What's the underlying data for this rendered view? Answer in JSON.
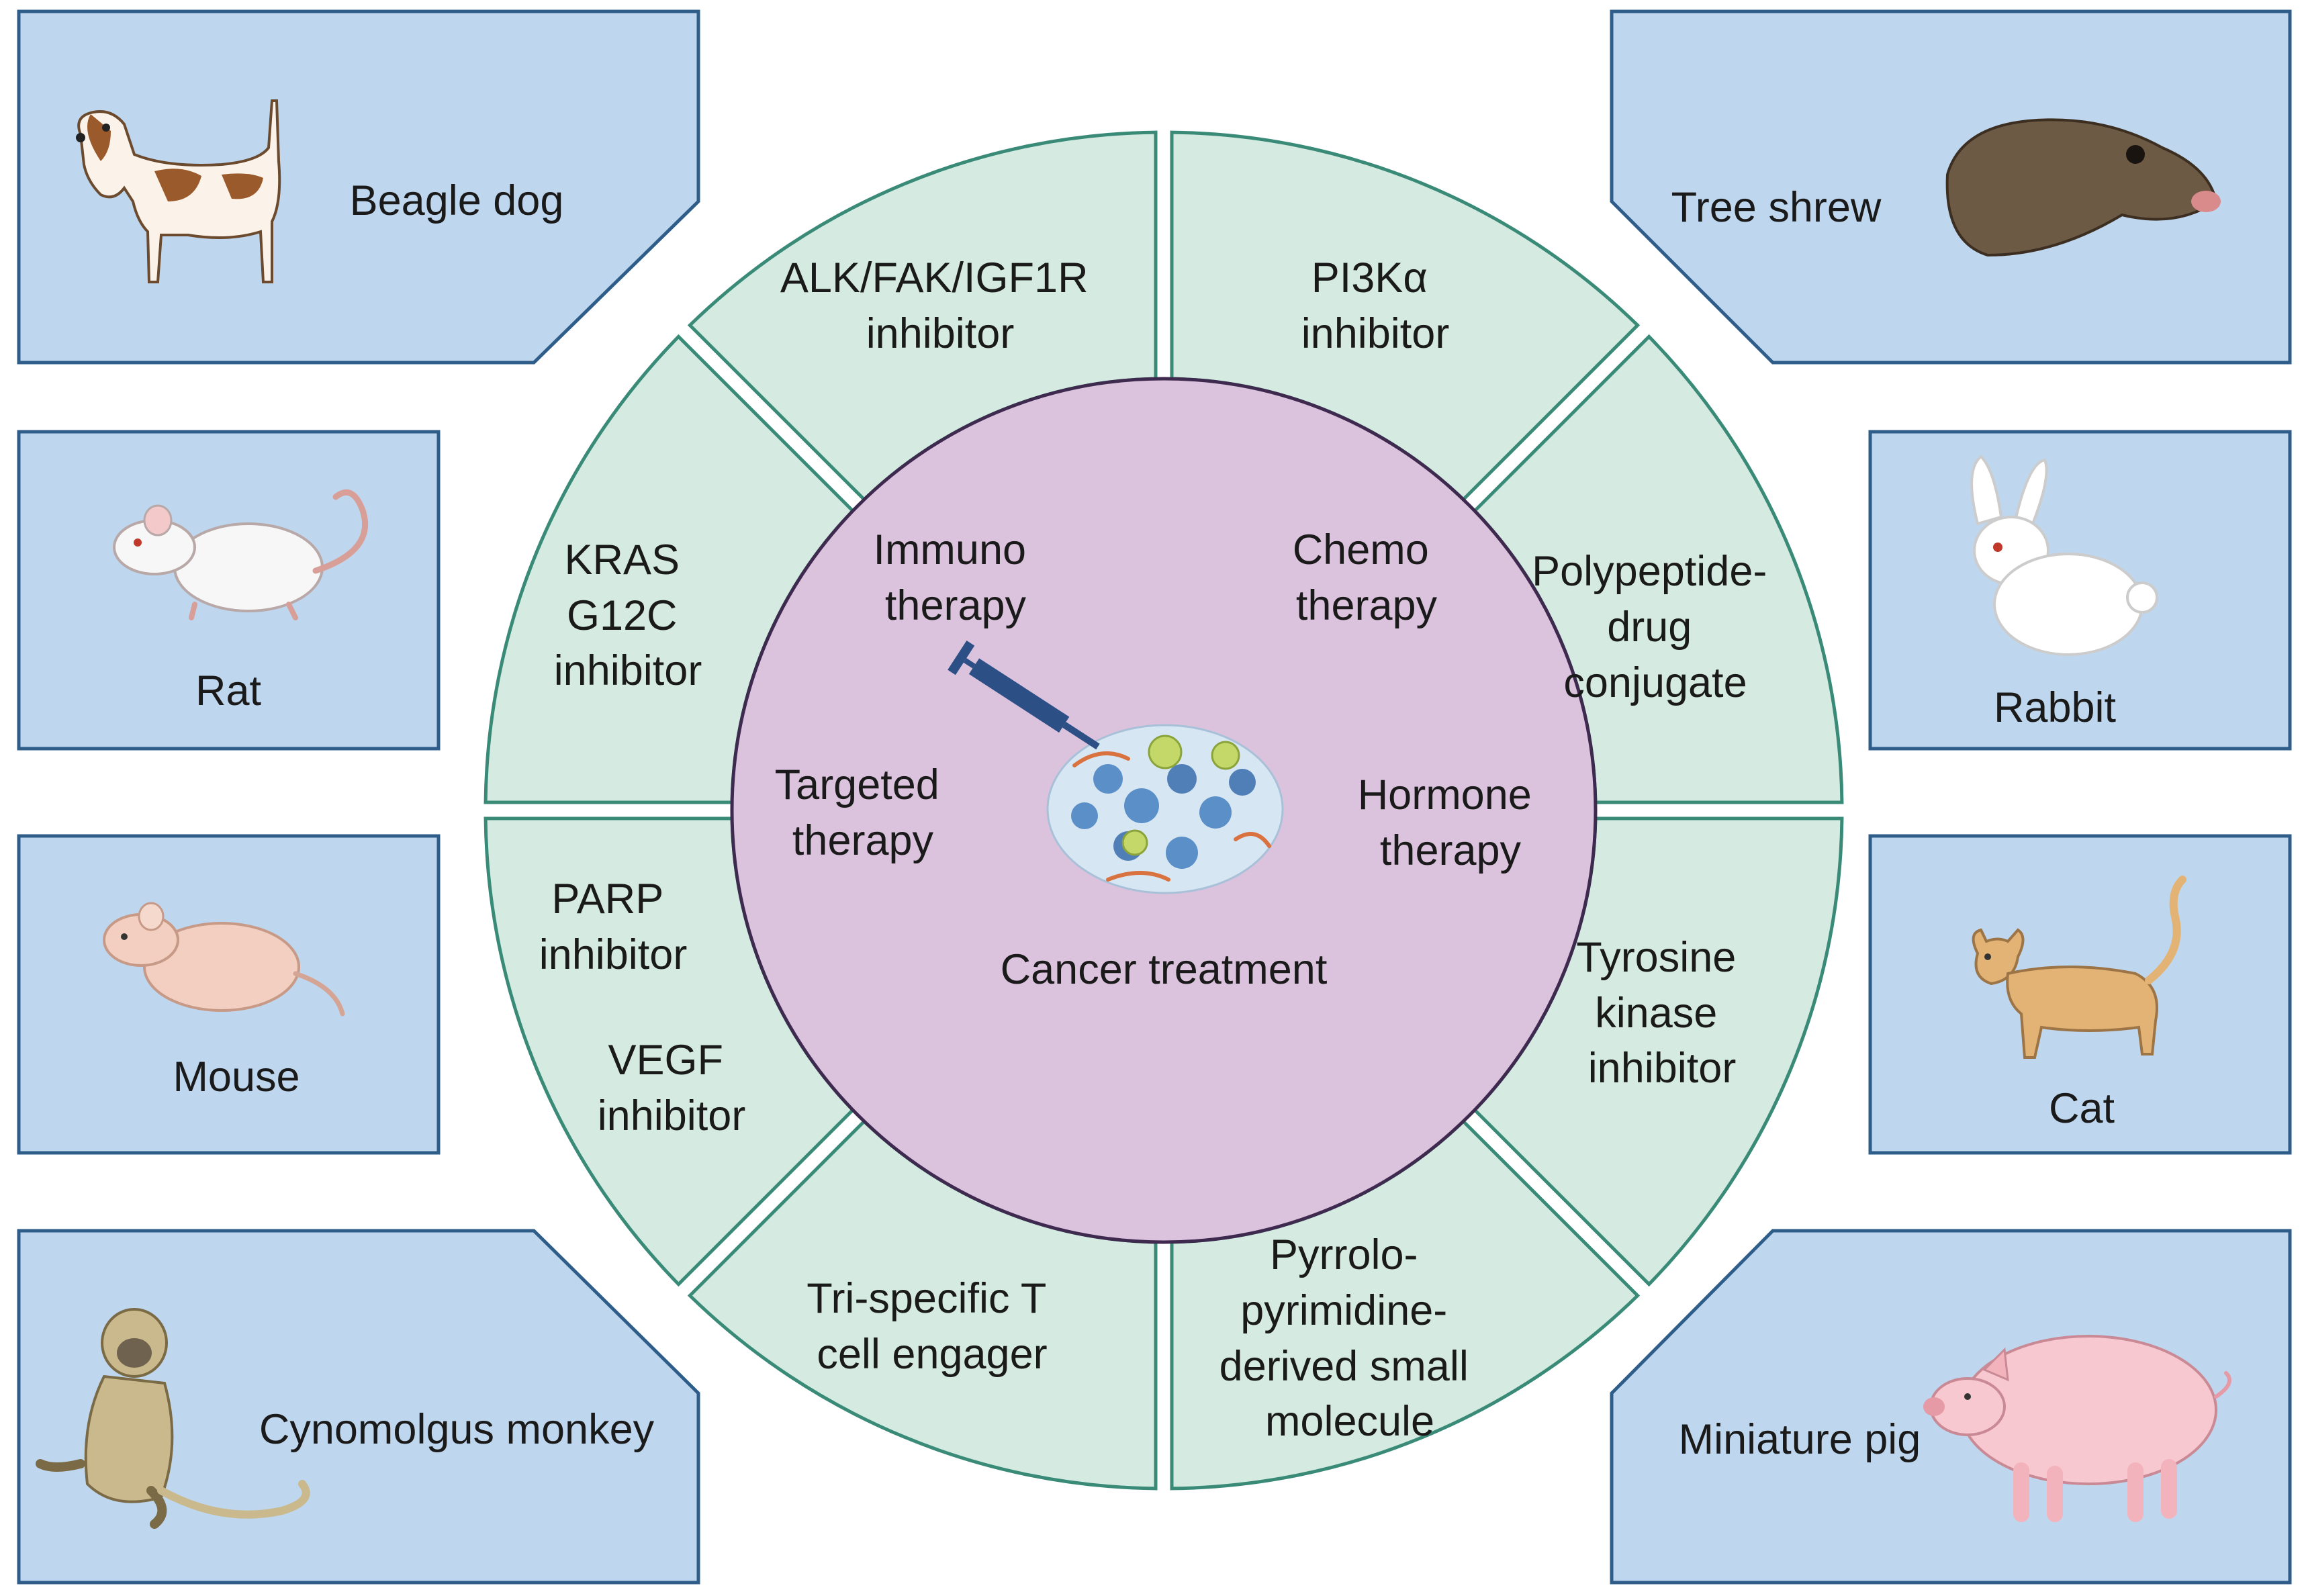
{
  "center": {
    "title": "Cancer treatment",
    "therapies": {
      "immuno": [
        "Immuno",
        "therapy"
      ],
      "chemo": [
        "Chemo",
        "therapy"
      ],
      "targeted": [
        "Targeted",
        "therapy"
      ],
      "hormone": [
        "Hormone",
        "therapy"
      ]
    }
  },
  "segments": {
    "alk": [
      "ALK/FAK/IGF1R",
      "inhibitor"
    ],
    "pi3k": [
      "PI3Kα",
      "inhibitor"
    ],
    "ppdc": [
      "Polypeptide-",
      "drug",
      "conjugate"
    ],
    "tki": [
      "Tyrosine",
      "kinase",
      "inhibitor"
    ],
    "pyrrolo": [
      "Pyrrolo-",
      "pyrimidine-",
      "derived small",
      "molecule"
    ],
    "trispecific": [
      "Tri-specific T",
      "cell engager"
    ],
    "parp": [
      "PARP",
      "inhibitor"
    ],
    "vegf": [
      "VEGF",
      "inhibitor"
    ],
    "kras": [
      "KRAS",
      "G12C",
      "inhibitor"
    ]
  },
  "animals": {
    "beagle": "Beagle dog",
    "rat": "Rat",
    "mouse": "Mouse",
    "monkey": "Cynomolgus monkey",
    "tree_shrew": "Tree shrew",
    "rabbit": "Rabbit",
    "cat": "Cat",
    "pig": "Miniature pig"
  },
  "colors": {
    "card_fill": "#bfd7ee",
    "card_border": "#2f5d8a",
    "segment_fill": "#d5ebe1",
    "segment_border": "#3a8a78",
    "hub_fill": "#dbc2dd",
    "hub_border": "#3e2a4e"
  },
  "icons": {
    "center": "tumor-with-syringe-icon",
    "beagle": "beagle-dog-icon",
    "rat": "rat-icon",
    "mouse": "mouse-icon",
    "monkey": "monkey-icon",
    "tree_shrew": "tree-shrew-icon",
    "rabbit": "rabbit-icon",
    "cat": "cat-icon",
    "pig": "pig-icon"
  }
}
